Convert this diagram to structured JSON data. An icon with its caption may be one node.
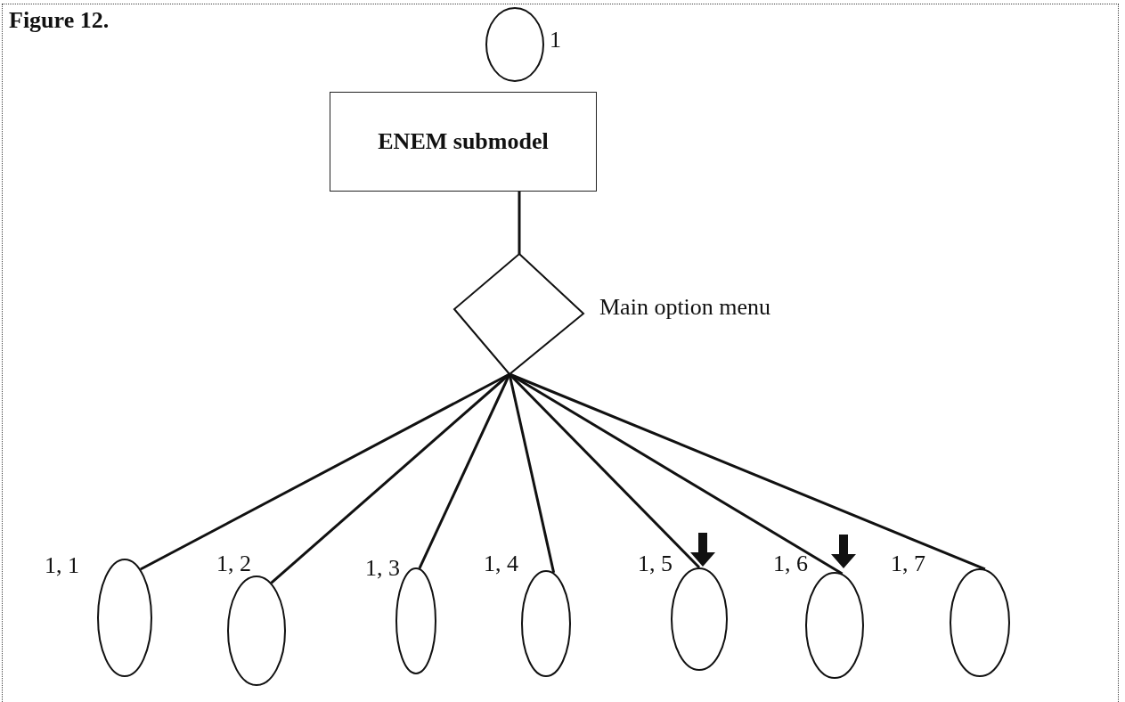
{
  "diagram": {
    "title": "Figure 12.",
    "nodes": [
      {
        "text": [],
        "shape": "ellipse",
        "beside": [
          "1"
        ]
      },
      {
        "text": [
          "ENEM submodel"
        ]
      },
      {
        "text": [],
        "shape": "diamond",
        "beside": [
          "Main option menu"
        ]
      },
      {
        "text": [],
        "shape": "ellipse",
        "beside": [
          "1, 1"
        ]
      },
      {
        "text": [],
        "shape": "ellipse",
        "beside": [
          "1, 2"
        ]
      },
      {
        "text": [],
        "shape": "ellipse",
        "beside": [
          "1, 3"
        ]
      },
      {
        "text": [],
        "shape": "ellipse",
        "beside": [
          "1, 4"
        ]
      },
      {
        "text": [],
        "shape": "ellipse",
        "beside": [
          "1, 5"
        ]
      },
      {
        "text": [],
        "shape": "ellipse",
        "beside": [
          "1, 6"
        ]
      },
      {
        "text": [],
        "shape": "ellipse",
        "beside": [
          "1, 7"
        ]
      }
    ],
    "edges": [
      {
        "from": 1,
        "to": 2,
        "arrow": "none"
      },
      {
        "from": 2,
        "to": 3,
        "arrow": "none"
      },
      {
        "from": 2,
        "to": 4,
        "arrow": "none"
      },
      {
        "from": 2,
        "to": 5,
        "arrow": "none"
      },
      {
        "from": 2,
        "to": 6,
        "arrow": "none"
      },
      {
        "from": 2,
        "to": 7,
        "arrow": "none"
      },
      {
        "from": 2,
        "to": 8,
        "arrow": "none"
      },
      {
        "from": 2,
        "to": 9,
        "arrow": "none"
      }
    ]
  }
}
